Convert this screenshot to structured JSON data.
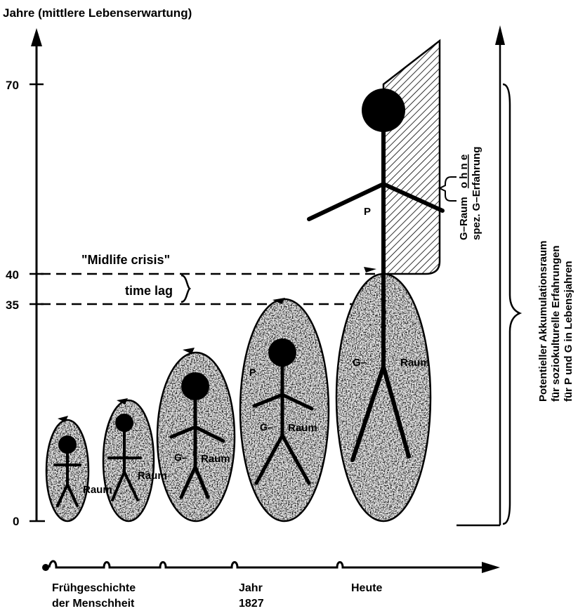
{
  "y_axis": {
    "title": "Jahre (mittlere Lebenserwartung)",
    "ticks": [
      "70",
      "40",
      "35",
      "0"
    ]
  },
  "x_axis": {
    "labels": {
      "early_1": "Frühgeschichte",
      "early_2": "der Menschheit",
      "year_1": "Jahr",
      "year_2": "1827",
      "today": "Heute"
    }
  },
  "annotations": {
    "midlife": "\"Midlife crisis\"",
    "time_lag": "time lag"
  },
  "figures": {
    "p": "P",
    "g_space_prefix": "G–",
    "raum": "Raum",
    "fig3_g": "G–",
    "fig3_raum": "Raum",
    "fig4_g": "G–",
    "fig4_raum": "Raum",
    "fig1_raum": "Raum",
    "fig2_raum": "Raum"
  },
  "hatched_area": {
    "line1_prefix": "G–Raum",
    "line1_emph": "o h n e",
    "line2": "spez. G–Erfahrung"
  },
  "right_brace": {
    "line1": "Potentieller Akkumulationsraum",
    "line2": "für soziokulturelle Erfahrungen",
    "line3": "für P und G in Lebensjahren"
  }
}
